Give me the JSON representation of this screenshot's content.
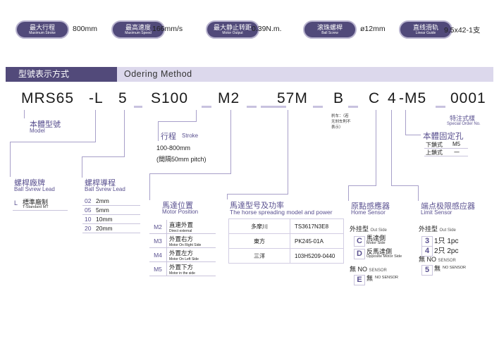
{
  "specs": [
    {
      "cn": "最大行程",
      "en": "Maximum Stroke",
      "value": "800mm"
    },
    {
      "cn": "最高速度",
      "en": "Maximum Speed",
      "value": "166mm/s"
    },
    {
      "cn": "最大静止转距",
      "en": "Motor Output",
      "value": "0.39N.m."
    },
    {
      "cn": "滚珠螺桿",
      "en": "Ball Screw",
      "value": "ø12mm"
    },
    {
      "cn": "直线滑轨",
      "en": "Linear Guide",
      "value": "9.5x42-1支"
    }
  ],
  "header": {
    "cn": "型號表示方式",
    "en": "Odering Method"
  },
  "code": {
    "p1": "MRS65",
    "p2": "-L",
    "p3": "5",
    "p4": "S100",
    "p5": "M2",
    "p6": "57M",
    "p7": "B",
    "p8": "C",
    "p9": "4",
    "p10": "-M5",
    "p11": "0001"
  },
  "model": {
    "cn": "本體型號",
    "en": "Model"
  },
  "stroke": {
    "cn": "行程",
    "en": "Stroke",
    "range": "100-800mm",
    "pitch": "(間隔50mm pitch)"
  },
  "brake": {
    "note1": "刹车：（若",
    "note2": "无刹车則不",
    "note3": "表示）"
  },
  "special": {
    "cn": "特注式樣",
    "en": "Special Order No."
  },
  "fixing": {
    "cn": "本體固定孔",
    "r1k": "下鎖式",
    "r1v": "M5",
    "r2k": "上鎖式",
    "r2v": "一"
  },
  "lead": {
    "cn": "螺桿廠牌",
    "en": "Ball Svrew Lead",
    "k": "L",
    "v": "標準廠制",
    "sub": "T-Standard MT"
  },
  "screw": {
    "cn": "螺桿導程",
    "en": "Ball Svrew Lead",
    "rows": [
      {
        "k": "02",
        "v": "2mm"
      },
      {
        "k": "05",
        "v": "5mm"
      },
      {
        "k": "10",
        "v": "10mm"
      },
      {
        "k": "20",
        "v": "20mm"
      }
    ]
  },
  "motorpos": {
    "cn": "馬達位置",
    "en": "Motor Position",
    "rows": [
      {
        "k": "M2",
        "v": "直連外置",
        "sub": "Direct external"
      },
      {
        "k": "M3",
        "v": "外置右方",
        "sub": "Motor On Right Side"
      },
      {
        "k": "M4",
        "v": "外置左方",
        "sub": "Motor On Left Side"
      },
      {
        "k": "M5",
        "v": "外置下方",
        "sub": "Motor in the side"
      }
    ]
  },
  "motormodel": {
    "cn": "馬達型号及功率",
    "en": "The horse spreading model and power",
    "rows": [
      {
        "b": "多摩川",
        "m": "TS3617N3E8"
      },
      {
        "b": "東方",
        "m": "PK245-01A"
      },
      {
        "b": "三洋",
        "m": "103H5209-0440"
      }
    ]
  },
  "home": {
    "cn": "原點感應器",
    "en": "Home Sensor",
    "ext": "外挂型",
    "ext_en": "Out Side",
    "c": {
      "k": "C",
      "v": "馬達側",
      "sub": "Motor Side"
    },
    "d": {
      "k": "D",
      "v": "反馬達側",
      "sub": "Opposite Motor Side"
    },
    "none": "無 NO",
    "none_en": "SENSOR",
    "e": {
      "k": "E",
      "v": "無",
      "sub": "NO SENSOR"
    }
  },
  "limit": {
    "cn": "端点极限感应器",
    "en": "Limit Sensor",
    "ext": "外挂型",
    "ext_en": "Out Side",
    "r3": {
      "k": "3",
      "v": "1只 1pc"
    },
    "r4": {
      "k": "4",
      "v": "2只 2pc"
    },
    "none": "無 NO",
    "none_en": "SENSOR",
    "r5": {
      "k": "5",
      "v": "無",
      "sub": "NO SENSOR"
    }
  }
}
